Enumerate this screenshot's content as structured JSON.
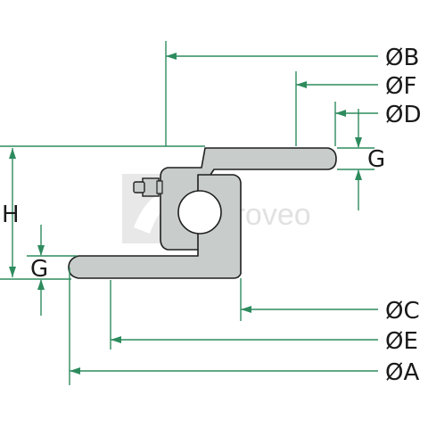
{
  "dimensions": {
    "b": "ØB",
    "f": "ØF",
    "d": "ØD",
    "g": "G",
    "h": "H",
    "c": "ØC",
    "e": "ØE",
    "a": "ØA"
  },
  "watermark": {
    "text": "Agroveo"
  },
  "colors": {
    "dimension_lines": "#2e8b5e",
    "part_fill": "#c8cdcb",
    "outline": "#1f1f1f"
  }
}
